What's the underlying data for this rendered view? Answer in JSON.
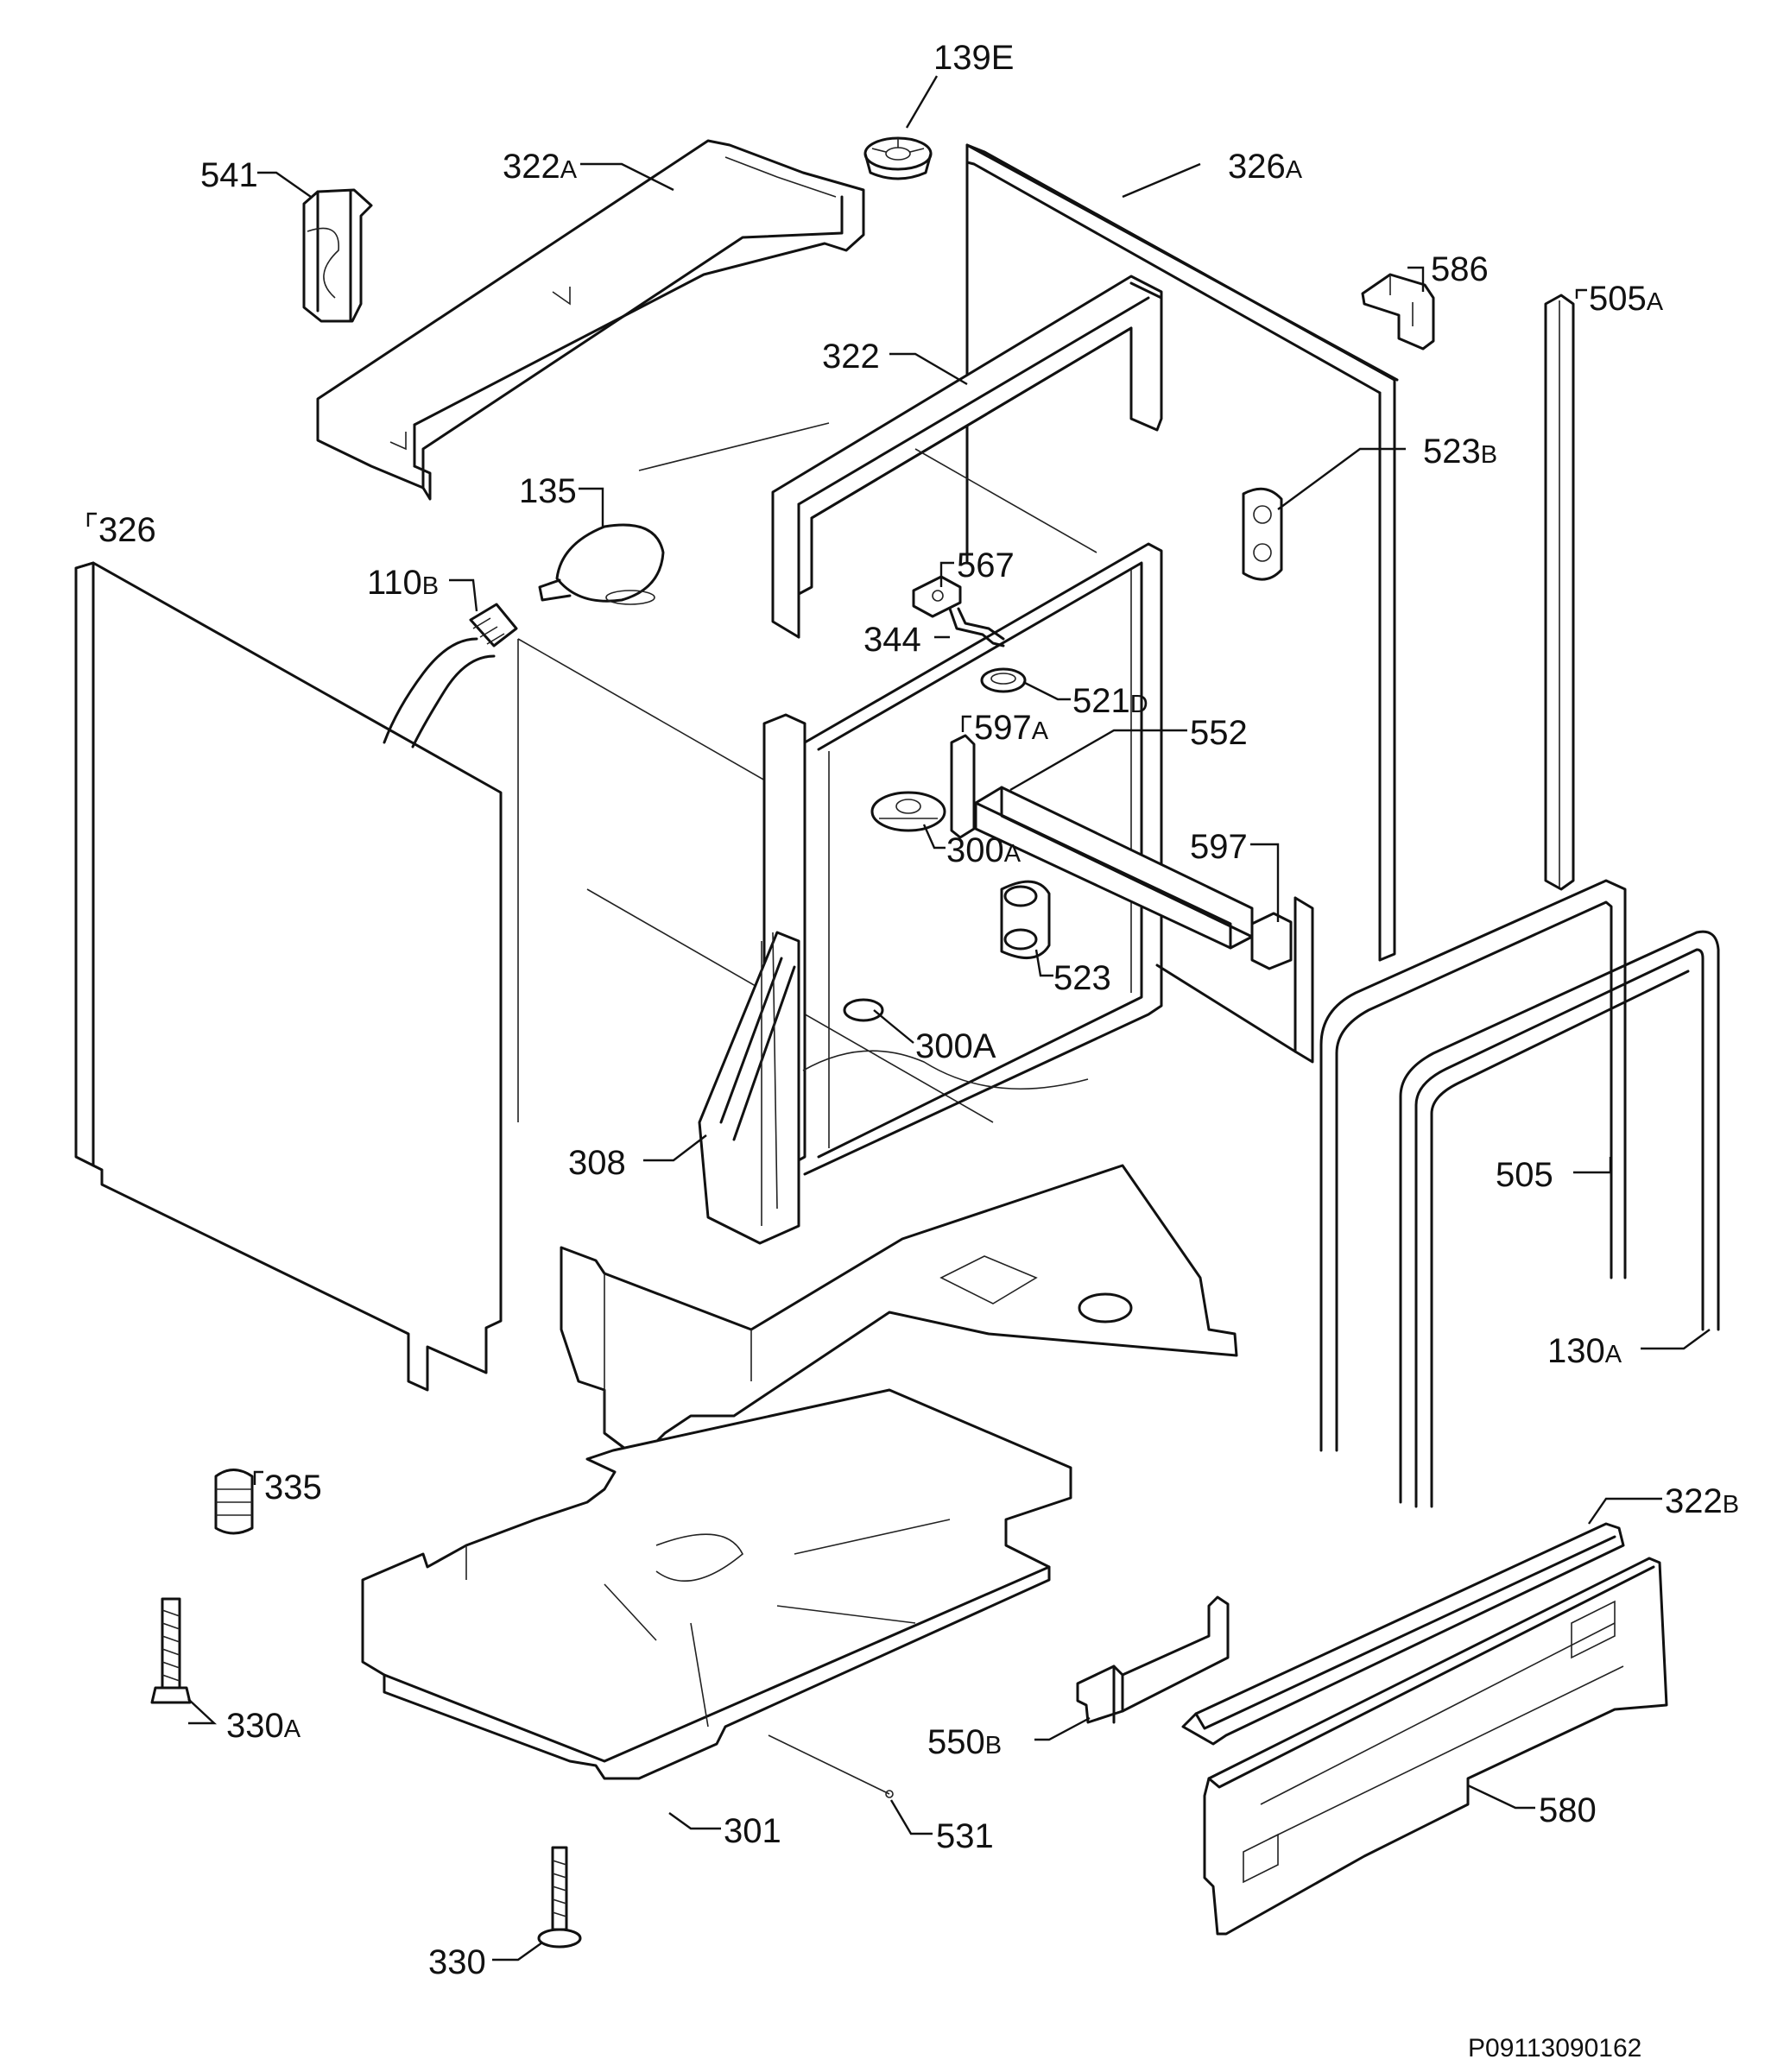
{
  "labels": [
    {
      "id": "139E",
      "num": "139E",
      "suffix": ""
    },
    {
      "id": "322A",
      "num": "322",
      "suffix": "A"
    },
    {
      "id": "326A",
      "num": "326",
      "suffix": "A"
    },
    {
      "id": "541",
      "num": "541",
      "suffix": ""
    },
    {
      "id": "586",
      "num": "586",
      "suffix": ""
    },
    {
      "id": "505A",
      "num": "505",
      "suffix": "A"
    },
    {
      "id": "322",
      "num": "322",
      "suffix": ""
    },
    {
      "id": "523B",
      "num": "523",
      "suffix": "B"
    },
    {
      "id": "326",
      "num": "326",
      "suffix": ""
    },
    {
      "id": "135",
      "num": "135",
      "suffix": ""
    },
    {
      "id": "110B",
      "num": "110",
      "suffix": "B"
    },
    {
      "id": "567",
      "num": "567",
      "suffix": ""
    },
    {
      "id": "344",
      "num": "344",
      "suffix": ""
    },
    {
      "id": "521D",
      "num": "521",
      "suffix": "D"
    },
    {
      "id": "597A",
      "num": "597",
      "suffix": "A"
    },
    {
      "id": "552",
      "num": "552",
      "suffix": ""
    },
    {
      "id": "300A_1",
      "num": "300",
      "suffix": "A"
    },
    {
      "id": "597",
      "num": "597",
      "suffix": ""
    },
    {
      "id": "523",
      "num": "523",
      "suffix": ""
    },
    {
      "id": "300A_2",
      "num": "300A",
      "suffix": ""
    },
    {
      "id": "308",
      "num": "308",
      "suffix": ""
    },
    {
      "id": "505",
      "num": "505",
      "suffix": ""
    },
    {
      "id": "130A",
      "num": "130",
      "suffix": "A"
    },
    {
      "id": "335",
      "num": "335",
      "suffix": ""
    },
    {
      "id": "322B",
      "num": "322",
      "suffix": "B"
    },
    {
      "id": "330A",
      "num": "330",
      "suffix": "A"
    },
    {
      "id": "550B",
      "num": "550",
      "suffix": "B"
    },
    {
      "id": "301",
      "num": "301",
      "suffix": ""
    },
    {
      "id": "531",
      "num": "531",
      "suffix": ""
    },
    {
      "id": "580",
      "num": "580",
      "suffix": ""
    },
    {
      "id": "330",
      "num": "330",
      "suffix": ""
    }
  ],
  "reference_code": "P09113090162"
}
